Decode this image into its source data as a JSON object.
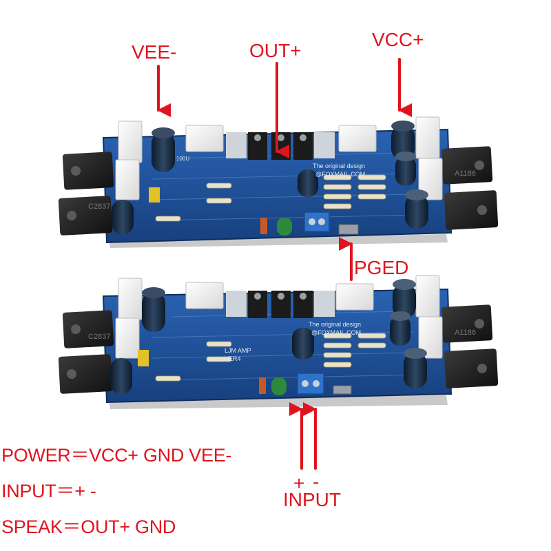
{
  "labels": {
    "vee": "VEE-",
    "out": "OUT+",
    "vcc": "VCC+",
    "pged": "PGED",
    "plus": "+",
    "minus": "-",
    "input": "INPUT"
  },
  "board_text": {
    "model": "LJM AMP",
    "version": "VER4",
    "designer": "The original design",
    "email": "@FOXMAIL.COM",
    "transistor_left": "C2837",
    "transistor_right": "A1186",
    "cap_value": "100U"
  },
  "legend": {
    "power": "POWER＝VCC+  GND VEE-",
    "input": "INPUT＝+ -",
    "speak": "SPEAK＝OUT+  GND"
  },
  "colors": {
    "label_red": "#e0141e",
    "pcb_blue": "#1f4f96",
    "transistor_black": "#1c1c1c"
  }
}
